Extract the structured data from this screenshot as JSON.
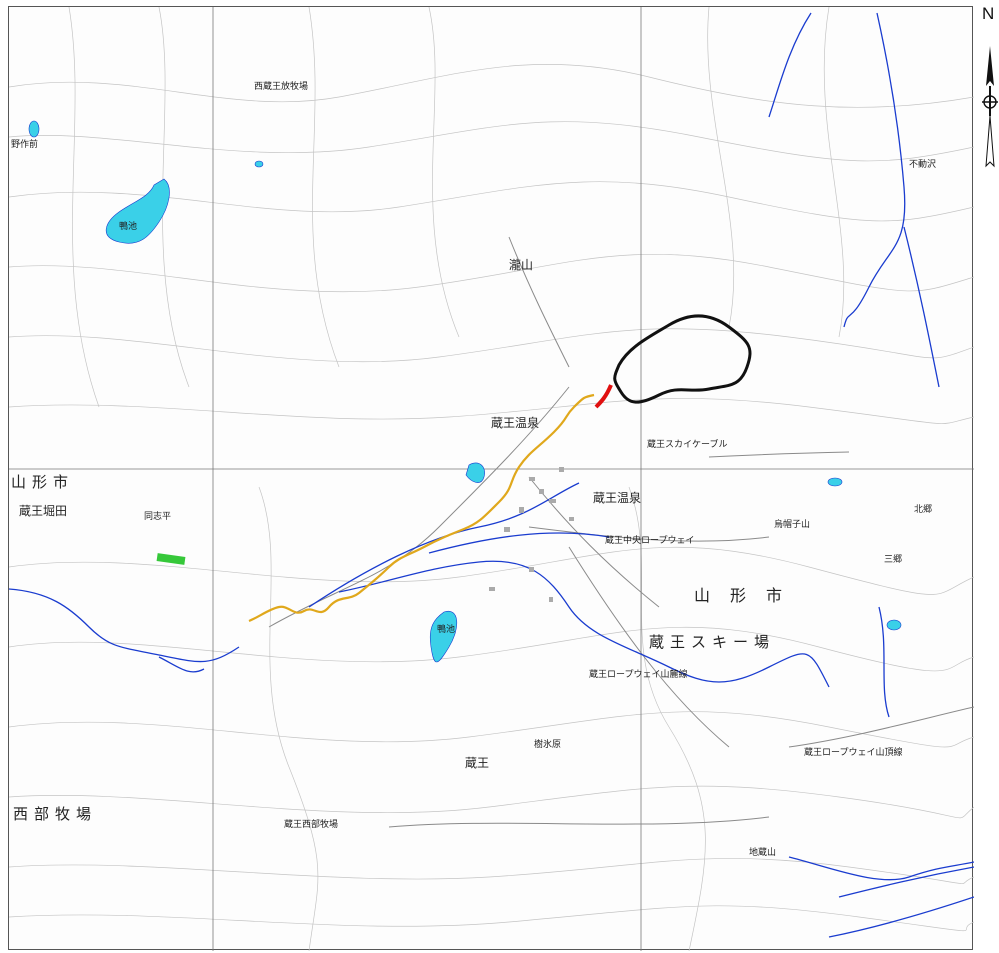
{
  "north_arrow": {
    "letter": "N"
  },
  "labels": {
    "west_pasture": "西蔵王放牧場",
    "nosakucho": "野作前",
    "pond_nw": "鴨池",
    "taki_yama": "瀧山",
    "zao_onsen": "蔵王温泉",
    "yamagata_shi_w": "山形市",
    "zao_dota": "蔵王堀田",
    "hanashimizu": "同志平",
    "skycable": "蔵王スカイケーブル",
    "zao_onsen_v": "蔵王温泉",
    "central_ropeway": "蔵王中央ロープウェイ",
    "karasu_yama": "烏帽子山",
    "sangoya": "三郷",
    "yamagata_shi_e": "山形市",
    "zao_ski": "蔵王スキー場",
    "ropeway_sanroku": "蔵王ロープウェイ山麓線",
    "ropeway_sancho": "蔵王ロープウェイ山頂線",
    "west_pasture_s": "西部牧場",
    "zao_west_pasture": "蔵王西部牧場",
    "zao_v": "蔵王",
    "pond_center": "鴨池",
    "juhyo": "樹氷原",
    "mountain_e": "地蔵山",
    "fudozawa": "不動沢",
    "hokuro": "北郷"
  },
  "palette": {
    "water": "#3ad0e8",
    "river": "#1a3ccf",
    "route": "#e0a81c",
    "route_red": "#e01010",
    "area": "#111111",
    "green": "#36c83a",
    "contour": "#bbbbbb",
    "road": "#888888"
  }
}
